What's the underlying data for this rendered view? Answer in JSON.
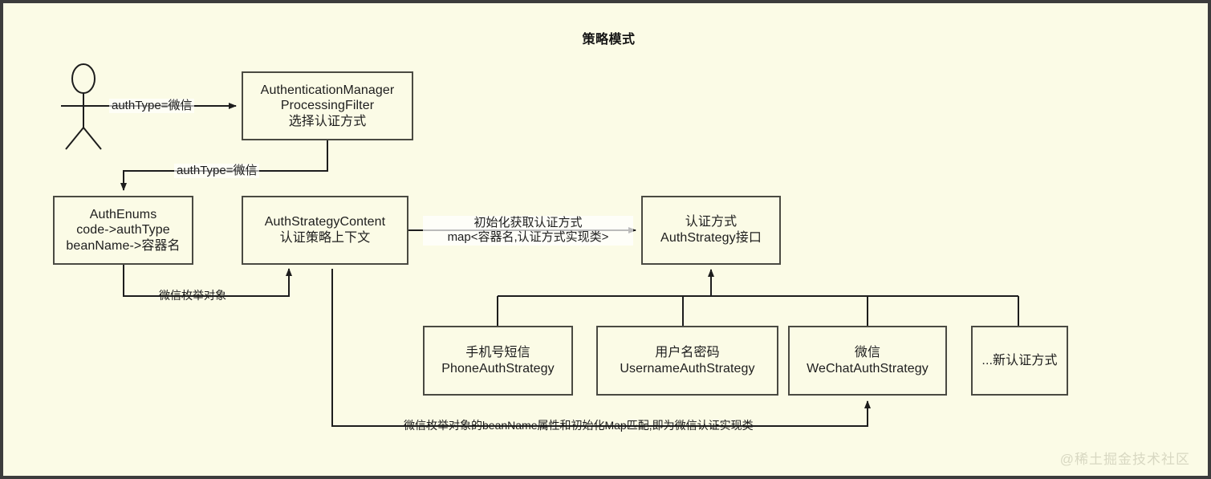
{
  "diagram": {
    "title": "策略模式",
    "watermark": "@稀土掘金技术社区",
    "background_color": "#fbfbe6",
    "border_color": "#3c3c3c",
    "stroke_color": "#4a4a42",
    "text_color": "#1d1d1d"
  },
  "actor": {
    "name": "user-actor"
  },
  "nodes": {
    "filter": {
      "line1": "AuthenticationManager",
      "line2": "ProcessingFilter",
      "line3": "选择认证方式"
    },
    "auth_enums": {
      "line1": "AuthEnums",
      "line2": "code->authType",
      "line3": "beanName->容器名"
    },
    "strategy_content": {
      "line1": "AuthStrategyContent",
      "line2": "认证策略上下文"
    },
    "strategy_interface": {
      "line1": "认证方式",
      "line2": "AuthStrategy接口"
    },
    "phone_strategy": {
      "line1": "手机号短信",
      "line2": "PhoneAuthStrategy"
    },
    "username_strategy": {
      "line1": "用户名密码",
      "line2": "UsernameAuthStrategy"
    },
    "wechat_strategy": {
      "line1": "微信",
      "line2": "WeChatAuthStrategy"
    },
    "new_strategy": {
      "line1": "...新认证方式"
    }
  },
  "edge_labels": {
    "actor_to_filter": "authType=微信",
    "filter_to_enums": "authType=微信",
    "enums_to_content": "微信枚举对象",
    "content_to_interface_line1": "初始化获取认证方式",
    "content_to_interface_line2": "map<容器名,认证方式实现类>",
    "content_to_wechat": "微信枚举对象的beanName属性和初始化Map匹配,即为微信认证实现类"
  }
}
